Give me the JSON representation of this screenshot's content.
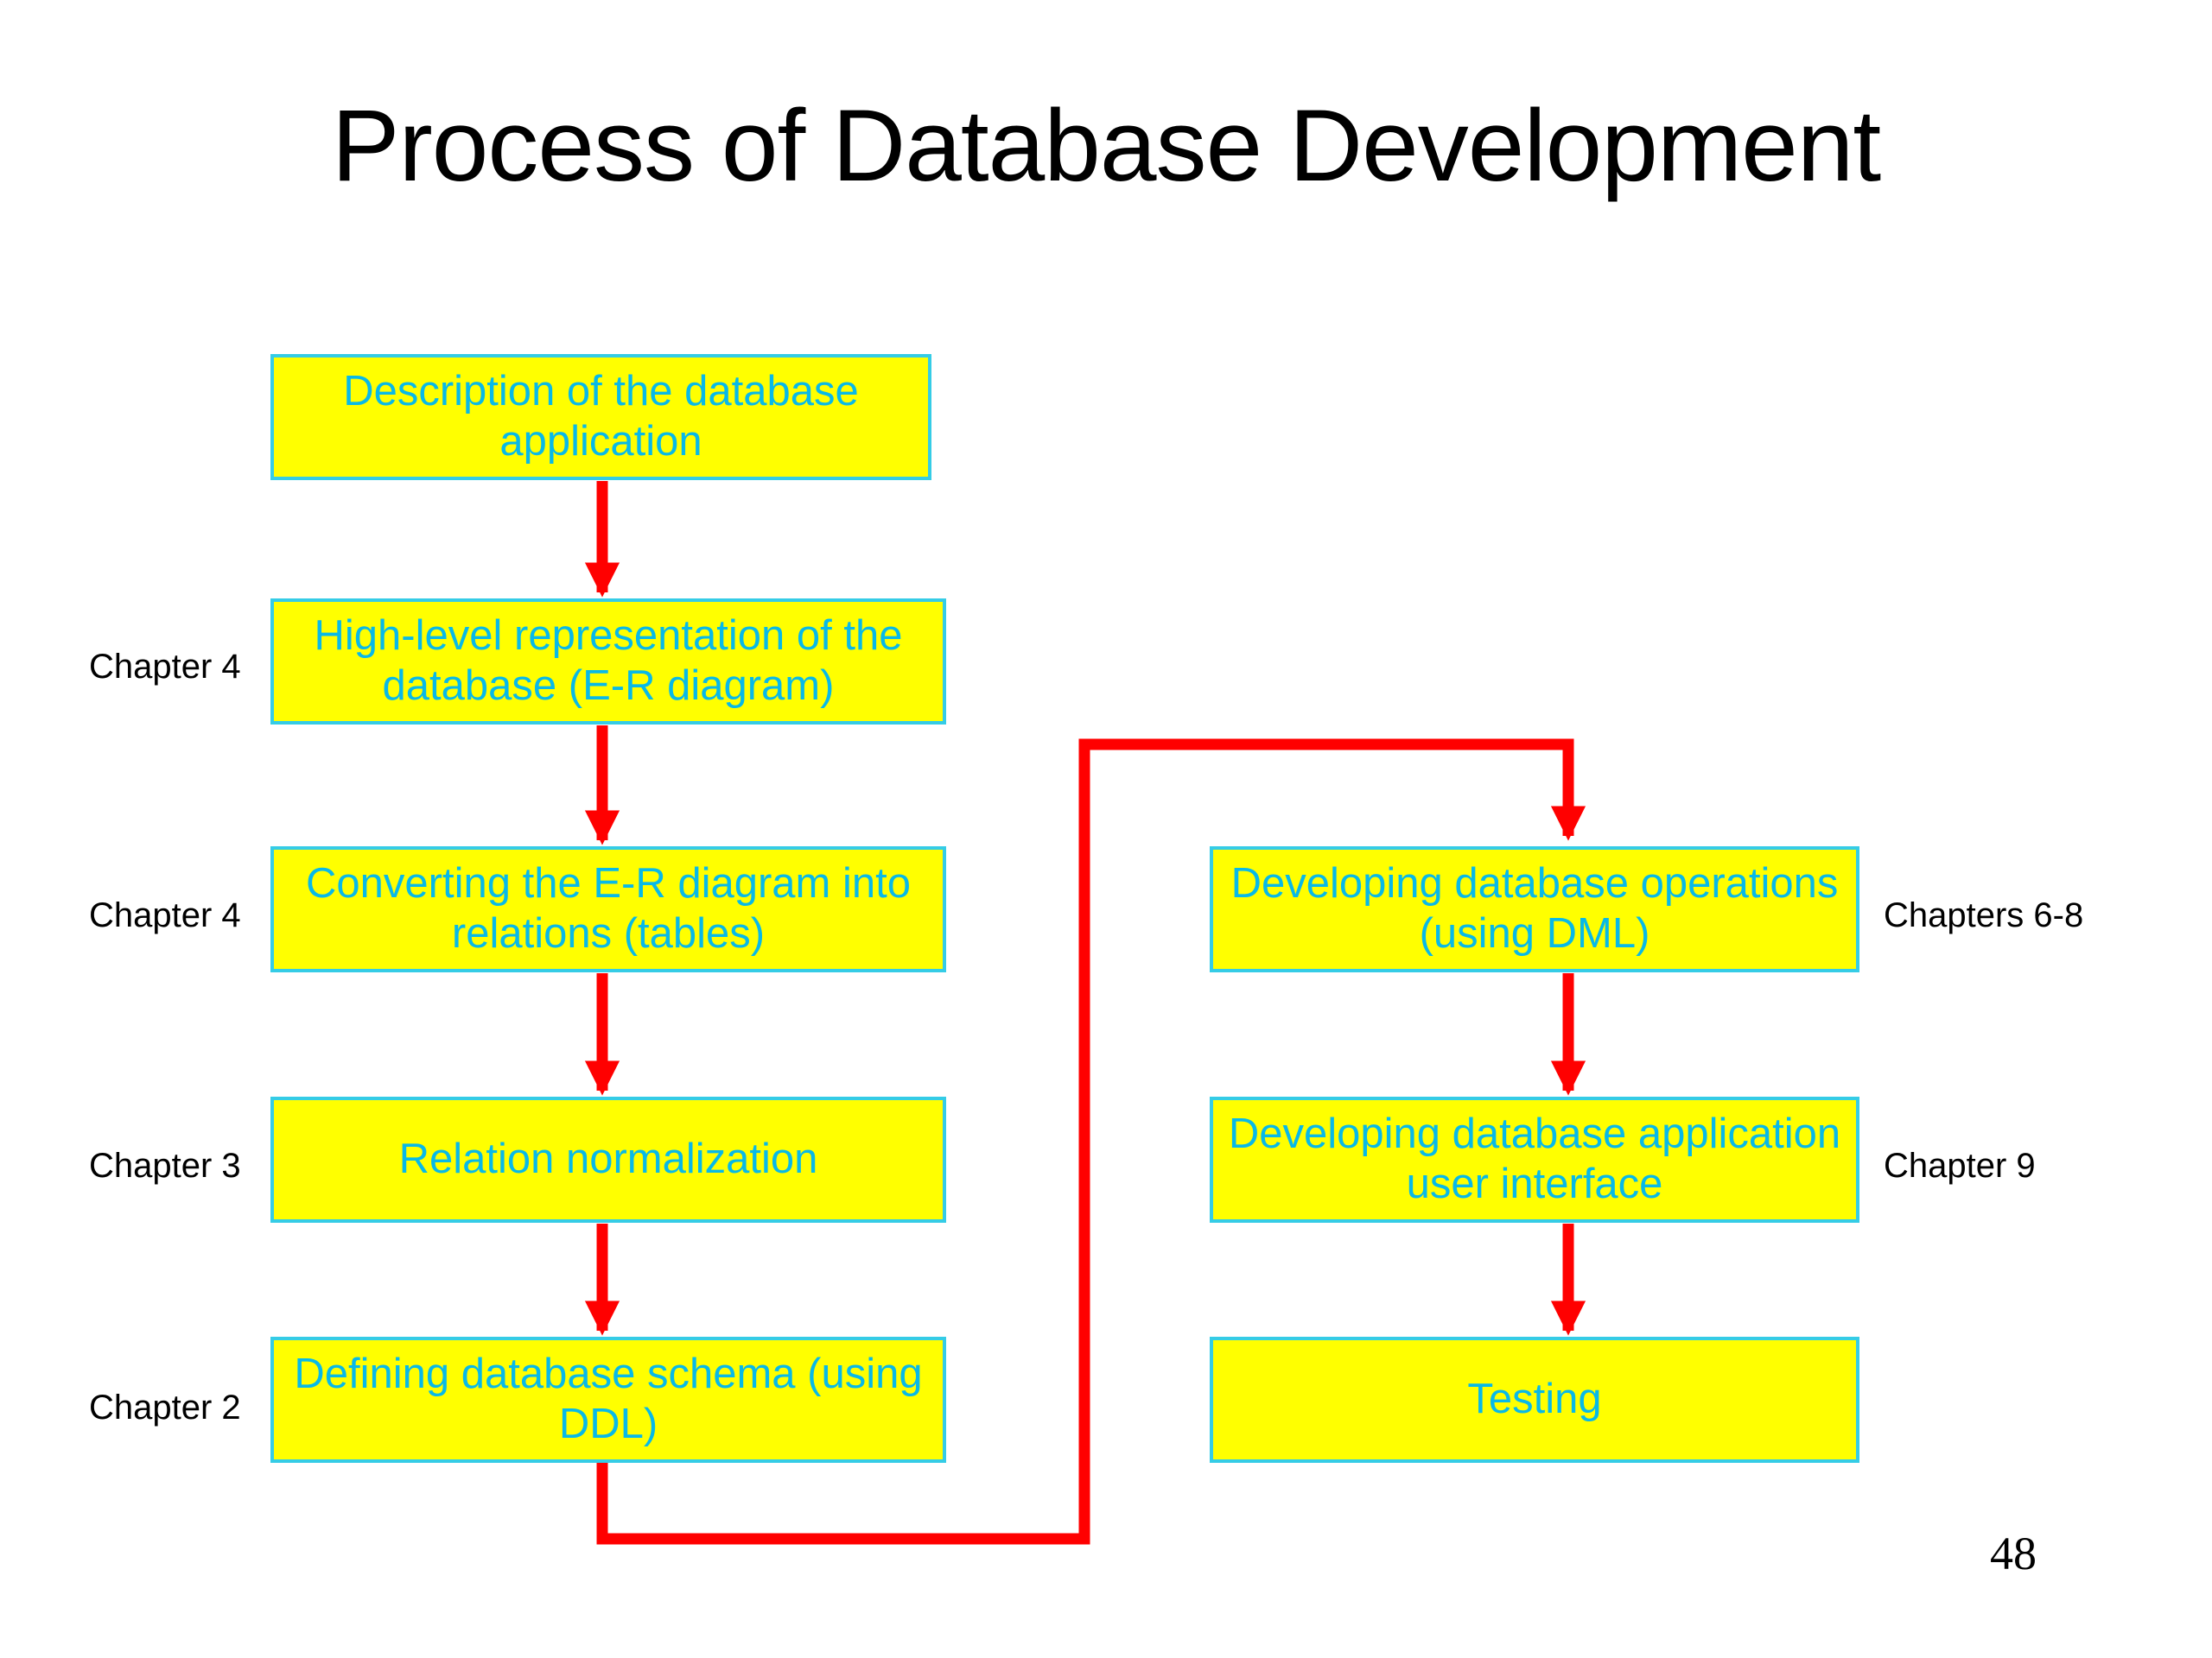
{
  "slide": {
    "title": "Process of Database Development",
    "page_number": "48",
    "background_color": "#FFFFFF"
  },
  "theme": {
    "box_fill": "#FFFF00",
    "box_border": "#35CCE6",
    "box_text": "#08B9E8",
    "arrow_color": "#FF0000",
    "label_text": "#000000",
    "title_text": "#000000"
  },
  "flow": {
    "left_column": [
      {
        "id": "description",
        "text": "Description of the database application",
        "chapter": ""
      },
      {
        "id": "er-diagram",
        "text": "High-level representation of the database (E-R diagram)",
        "chapter": "Chapter 4"
      },
      {
        "id": "converting",
        "text": "Converting the E-R diagram into relations (tables)",
        "chapter": "Chapter 4"
      },
      {
        "id": "normalization",
        "text": "Relation normalization",
        "chapter": "Chapter 3"
      },
      {
        "id": "schema",
        "text": "Defining database schema (using DDL)",
        "chapter": "Chapter 2"
      }
    ],
    "right_column": [
      {
        "id": "operations",
        "text": "Developing database operations (using DML)",
        "chapter": "Chapters 6-8"
      },
      {
        "id": "user-interface",
        "text": "Developing database application user interface",
        "chapter": "Chapter 9"
      },
      {
        "id": "testing",
        "text": "Testing",
        "chapter": ""
      }
    ],
    "connectors": [
      {
        "from": "description",
        "to": "er-diagram",
        "type": "straight-down"
      },
      {
        "from": "er-diagram",
        "to": "converting",
        "type": "straight-down"
      },
      {
        "from": "converting",
        "to": "normalization",
        "type": "straight-down"
      },
      {
        "from": "normalization",
        "to": "schema",
        "type": "straight-down"
      },
      {
        "from": "schema",
        "to": "operations",
        "type": "elbow-wrap-right"
      },
      {
        "from": "operations",
        "to": "user-interface",
        "type": "straight-down"
      },
      {
        "from": "user-interface",
        "to": "testing",
        "type": "straight-down"
      }
    ]
  }
}
